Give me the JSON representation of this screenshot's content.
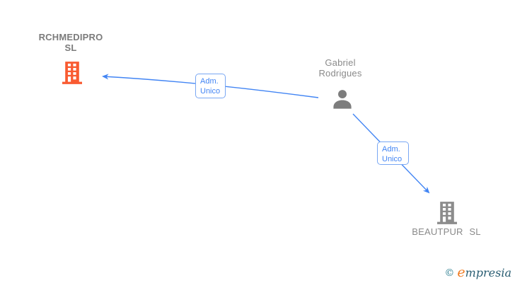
{
  "diagram_title": "corporate-relations-graph",
  "colors": {
    "edge_blue": "#4285f4",
    "relation_box_border": "#79a7f3",
    "relation_text_blue": "#4285f4",
    "company_highlight_orange": "#f95b31",
    "company_gray": "#8c8c8c",
    "person_gray": "#7d7d7d",
    "label_gray": "#8a8a8a",
    "background": "#ffffff"
  },
  "nodes": {
    "rchmedipro": {
      "name_line1": "RCHMEDIPRO",
      "name_line2": "SL",
      "type": "company",
      "icon": "building-icon"
    },
    "gabriel": {
      "name_line1": "Gabriel",
      "name_line2": "Rodrigues",
      "type": "person",
      "icon": "person-icon"
    },
    "beautpur": {
      "name": "BEAUTPUR SL",
      "type": "company",
      "icon": "building-icon"
    }
  },
  "edges": {
    "gabriel_to_rchmedipro": {
      "label_line1": "Adm.",
      "label_line2": "Unico",
      "from": "Gabriel Rodrigues",
      "to": "RCHMEDIPRO SL"
    },
    "gabriel_to_beautpur": {
      "label_line1": "Adm.",
      "label_line2": "Unico",
      "from": "Gabriel Rodrigues",
      "to": "BEAUTPUR SL"
    }
  },
  "footer": {
    "copyright_symbol": "©",
    "brand_initial": "e",
    "brand_rest": "mpresia"
  }
}
